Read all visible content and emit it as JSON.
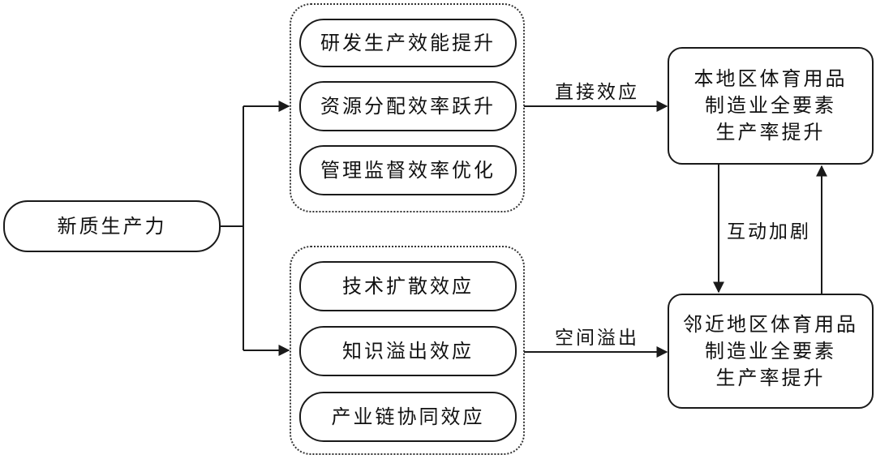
{
  "source": "新质生产力",
  "group_top": [
    "研发生产效能提升",
    "资源分配效率跃升",
    "管理监督效率优化"
  ],
  "group_bottom": [
    "技术扩散效应",
    "知识溢出效应",
    "产业链协同效应"
  ],
  "target_local": "本地区体育用品\n制造业全要素\n生产率提升",
  "target_neighbor": "邻近地区体育用品\n制造业全要素\n生产率提升",
  "edge_labels": {
    "direct": "直接效应",
    "spillover": "空间溢出",
    "interaction": "互动加剧"
  }
}
